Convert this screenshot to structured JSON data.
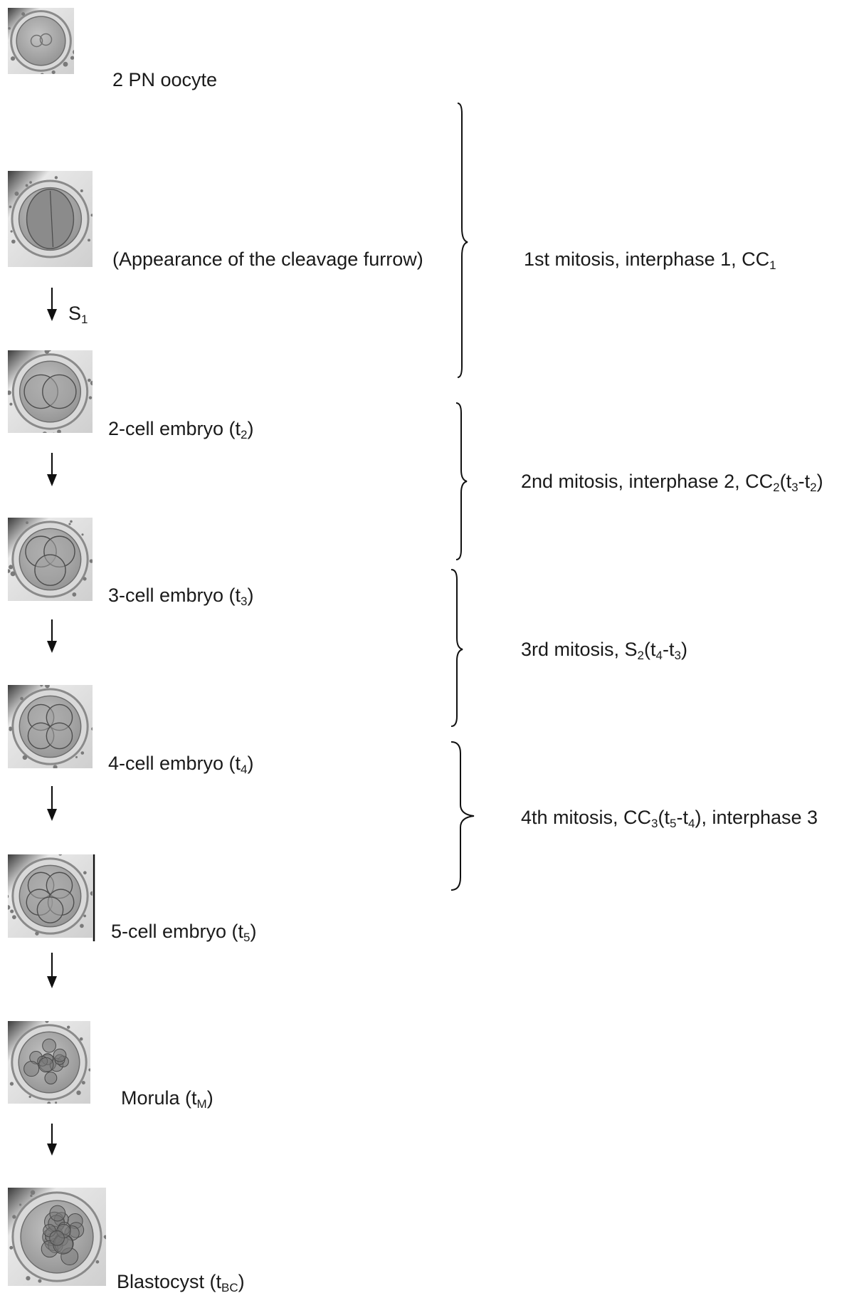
{
  "stages": [
    {
      "id": "2pn",
      "label": "2 PN oocyte",
      "cells": 0
    },
    {
      "id": "furrow",
      "label": "(Appearance of the cleavage furrow)",
      "cells": 1
    },
    {
      "id": "2cell",
      "label": "2-cell embryo (t",
      "sub": "2",
      "suffix": ")",
      "cells": 2
    },
    {
      "id": "3cell",
      "label": "3-cell embryo (t",
      "sub": "3",
      "suffix": ")",
      "cells": 3
    },
    {
      "id": "4cell",
      "label": "4-cell embryo (t",
      "sub": "4",
      "suffix": ")",
      "cells": 4
    },
    {
      "id": "5cell",
      "label": "5-cell embryo (t",
      "sub": "5",
      "suffix": ")",
      "cells": 5
    },
    {
      "id": "morula",
      "label": "Morula (t",
      "sub": "M",
      "suffix": ")",
      "cells": 12
    },
    {
      "id": "blastocyst",
      "label": "Blastocyst (t",
      "sub": "BC",
      "suffix": ")",
      "cells": 20
    }
  ],
  "arrow_s1": {
    "main": "S",
    "sub": "1"
  },
  "phases": [
    {
      "id": "p1",
      "parts": [
        "1st mitosis, interphase 1, CC",
        {
          "sub": "1"
        }
      ]
    },
    {
      "id": "p2",
      "parts": [
        "2nd mitosis, interphase 2, CC",
        {
          "sub": "2"
        },
        "(t",
        {
          "sub": "3"
        },
        "-t",
        {
          "sub": "2"
        },
        ")"
      ]
    },
    {
      "id": "p3",
      "parts": [
        "3rd mitosis, S",
        {
          "sub": "2"
        },
        "(t",
        {
          "sub": "4"
        },
        "-t",
        {
          "sub": "3"
        },
        ")"
      ]
    },
    {
      "id": "p4",
      "parts": [
        "4th mitosis, CC",
        {
          "sub": "3"
        },
        "(t",
        {
          "sub": "5"
        },
        "-t",
        {
          "sub": "4"
        },
        "), interphase 3"
      ]
    }
  ],
  "colors": {
    "text": "#1a1a1a",
    "micro_bg": "#d6d6d6",
    "zona": "#8a8a8a",
    "cell": "#a9a9a9",
    "line": "#111111"
  }
}
